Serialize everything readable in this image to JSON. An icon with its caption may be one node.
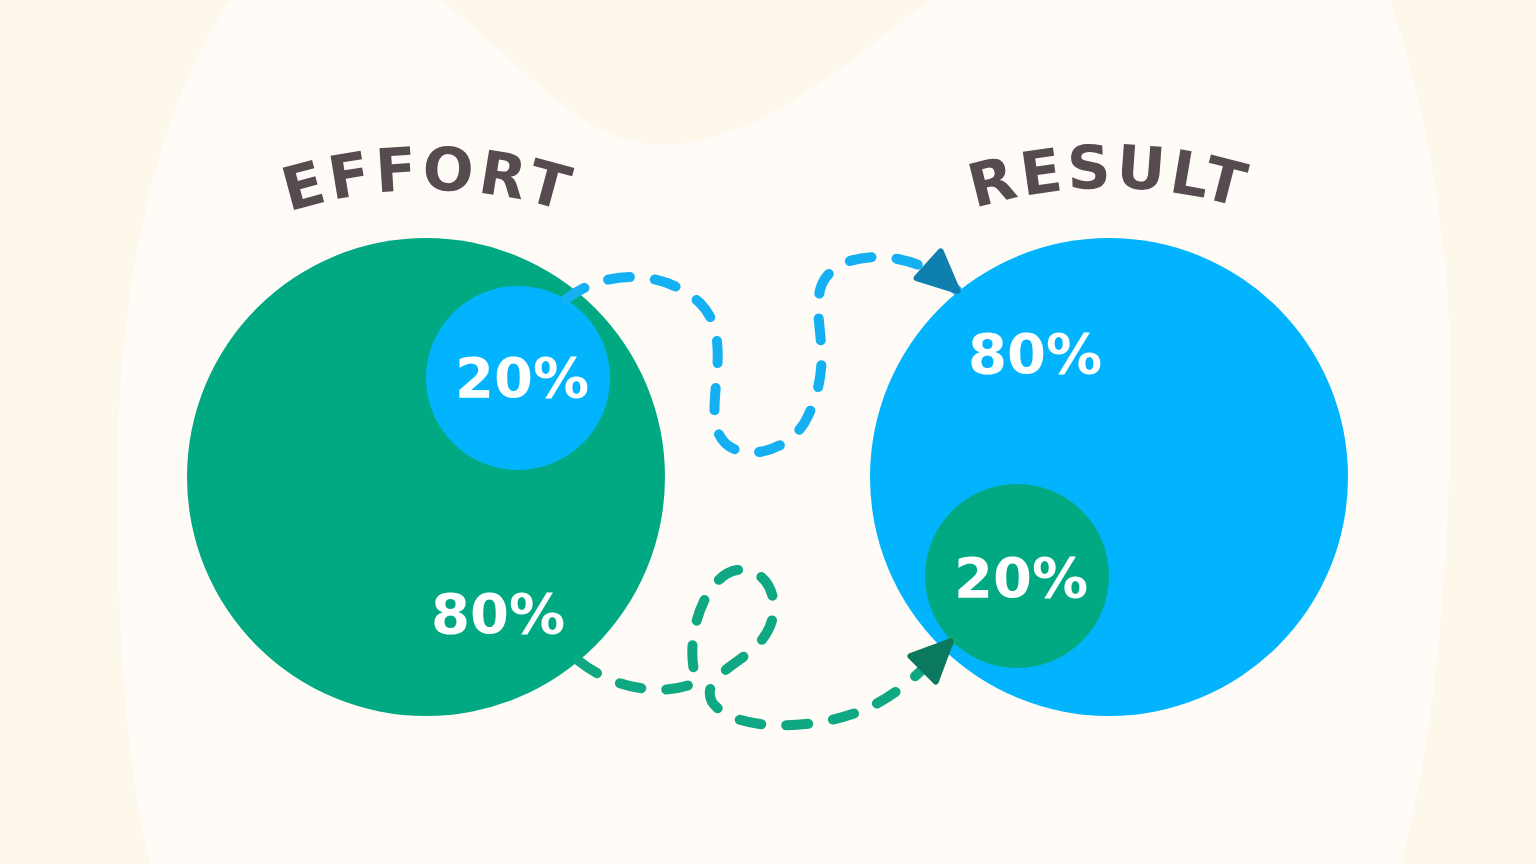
{
  "diagram": {
    "nodes": [
      {
        "text": [
          "EFFORT",
          "80%"
        ]
      },
      {
        "text": [
          "20%"
        ],
        "in": 0
      },
      {
        "text": [
          "RESULT",
          "80%"
        ]
      },
      {
        "text": [
          "20%"
        ],
        "in": 2
      }
    ],
    "edges": [
      {
        "from": 1,
        "to": 2,
        "arrow": "to",
        "style": "dashed",
        "color": "#15b0f2"
      },
      {
        "from": 0,
        "to": 3,
        "arrow": "to",
        "style": "dashed",
        "color": "#0fa882"
      }
    ]
  }
}
